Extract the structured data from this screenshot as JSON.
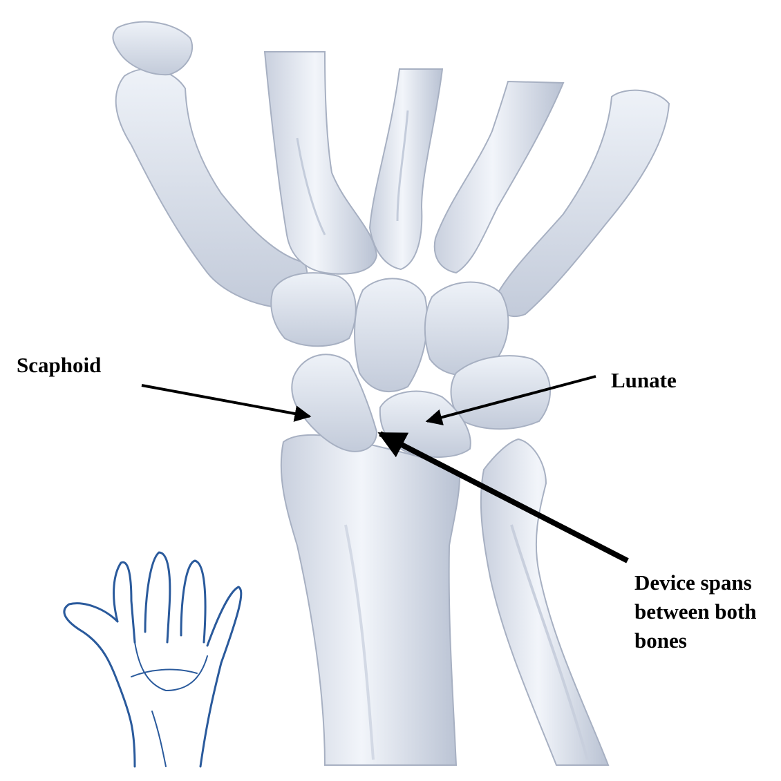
{
  "labels": {
    "scaphoid": "Scaphoid",
    "lunate": "Lunate",
    "device_lines": [
      "Device spans",
      "between both",
      "bones"
    ]
  },
  "colors": {
    "bone_fill": "#e3e8f1",
    "bone_shade": "#bfc7d6",
    "bone_outline": "#a7b0c2",
    "arrow": "#000000",
    "sketch_stroke": "#2a5a9c"
  },
  "icons": {
    "wrist_bones": "wrist-bones-illustration",
    "hand_sketch": "hand-sketch-icon"
  }
}
